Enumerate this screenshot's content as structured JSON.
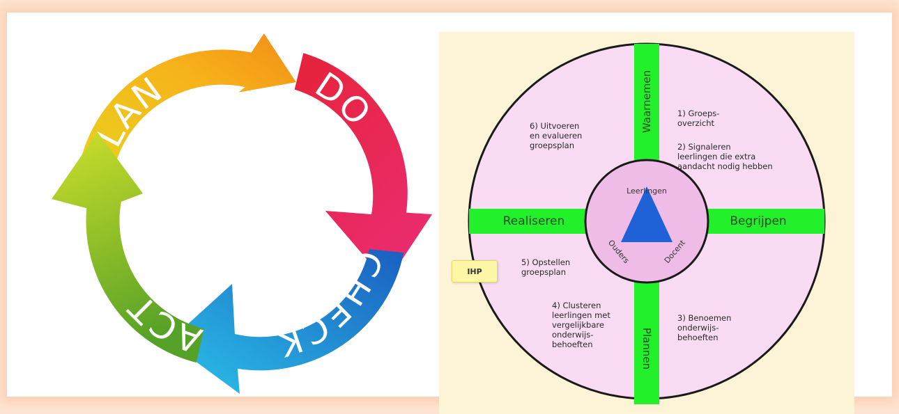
{
  "pdca": {
    "plan_label": "PLAN",
    "do_label": "DO",
    "check_label": "CHECK",
    "act_label": "ACT",
    "colors": {
      "plan": "#f3c51a",
      "do": "#e5233f",
      "check": "#1d6fc6",
      "act": "#7cb628",
      "plan_head": "#f38d15",
      "do_head": "#ea2c6e",
      "check_head": "#2bc1e8",
      "act_head": "#cfe02a"
    }
  },
  "wheel": {
    "axes": {
      "top": "Waarnemen",
      "right": "Begrijpen",
      "bottom": "Plannen",
      "left": "Realiseren"
    },
    "center": {
      "top": "Leerlingen",
      "bottom_left": "Ouders",
      "bottom_right": "Docent"
    },
    "steps": {
      "step1": "1) Groeps-\noverzicht",
      "step2": "2) Signaleren\nleerlingen die extra\naandacht nodig hebben",
      "step3": "3) Benoemen\nonderwijs-\nbehoeften",
      "step4": "4) Clusteren\nleerlingen met\nvergelijkbare\nonderwijs-\nbehoeften",
      "step5": "5) Opstellen\ngroepsplan",
      "step6": "6) Uitvoeren\nen evalueren\ngroepsplan"
    },
    "ihp_label": "IHP",
    "colors": {
      "background": "#fdf3d6",
      "quadrant": "#f9dcf3",
      "axis": "#22f02a",
      "center_ring": "#efbce8",
      "triangle": "#1f62d8"
    }
  }
}
